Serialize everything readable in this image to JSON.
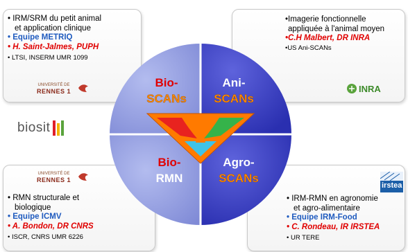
{
  "top_left": {
    "lines": [
      "• IRM/SRM du petit animal",
      "et application clinique",
      "• Equipe METRIQ",
      "• H. Saint-Jalmes, PUPH",
      "• LTSI, INSERM UMR 1099"
    ]
  },
  "top_right": {
    "lines": [
      "•Imagerie fonctionnelle",
      "appliquée à l'animal moyen",
      "•C.H Malbert, DR INRA",
      "•US Ani-SCANs"
    ]
  },
  "bottom_left": {
    "lines": [
      "• RMN structurale et",
      "biologique",
      "• Equipe ICMV",
      "• A. Bondon, DR CNRS",
      "• ISCR, CNRS UMR 6226"
    ]
  },
  "bottom_right": {
    "lines": [
      "• IRM-RMN en agronomie",
      "et agro-alimentaire",
      "• Equipe IRM-Food",
      "• C. Rondeau, IR IRSTEA",
      "• UR TERE"
    ]
  },
  "quadrants": {
    "tl": [
      "Bio-",
      "SCANs"
    ],
    "tr": [
      "Ani-",
      "SCANs"
    ],
    "bl": [
      "Bio-",
      "RMN"
    ],
    "br": [
      "Agro-",
      "SCANs"
    ]
  },
  "logos": {
    "rennes_top": [
      "UNIVERSITÉ DE",
      "RENNES 1"
    ],
    "rennes_bottom": [
      "UNIVERSITÉ DE",
      "RENNES 1"
    ],
    "biosit": "biosit",
    "inra": "INRA",
    "irstea": "irstea"
  },
  "colors": {
    "quadrant_blue": "#3a3fc7",
    "quadrant_light": "#8f9be0",
    "orange": "#ff7a00",
    "blue_text": "#1f5bbf",
    "red_text": "#e00000"
  }
}
